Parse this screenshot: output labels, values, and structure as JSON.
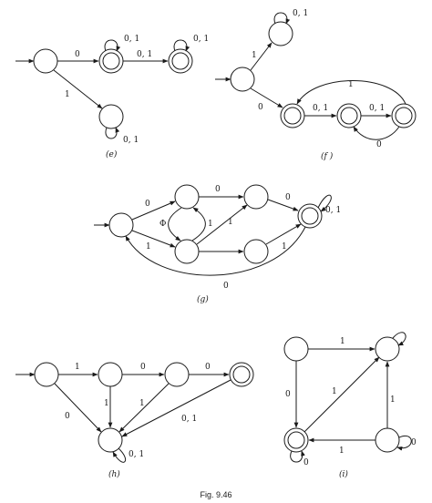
{
  "figure_caption": "Fig. 9.46",
  "subfigures": [
    {
      "id": "e",
      "caption": "(e)"
    },
    {
      "id": "f",
      "caption": "(f )"
    },
    {
      "id": "g",
      "caption": "(g)"
    },
    {
      "id": "h",
      "caption": "(h)"
    },
    {
      "id": "i",
      "caption": "(i)"
    }
  ],
  "labels": {
    "e": [
      "0",
      "0, 1",
      "0, 1",
      "0, 1",
      "1",
      "0, 1"
    ],
    "f": [
      "0, 1",
      "1",
      "0",
      "1",
      "0, 1",
      "0, 1",
      "0"
    ],
    "g": [
      "0",
      "0",
      "0",
      "0, 1",
      "Φ",
      "1",
      "1",
      "1",
      "1",
      "0"
    ],
    "h": [
      "1",
      "0",
      "0",
      "0",
      "1",
      "1",
      "0, 1",
      "0, 1"
    ],
    "i": [
      "1",
      "0",
      "1",
      "1",
      "1",
      "0",
      "0"
    ]
  }
}
